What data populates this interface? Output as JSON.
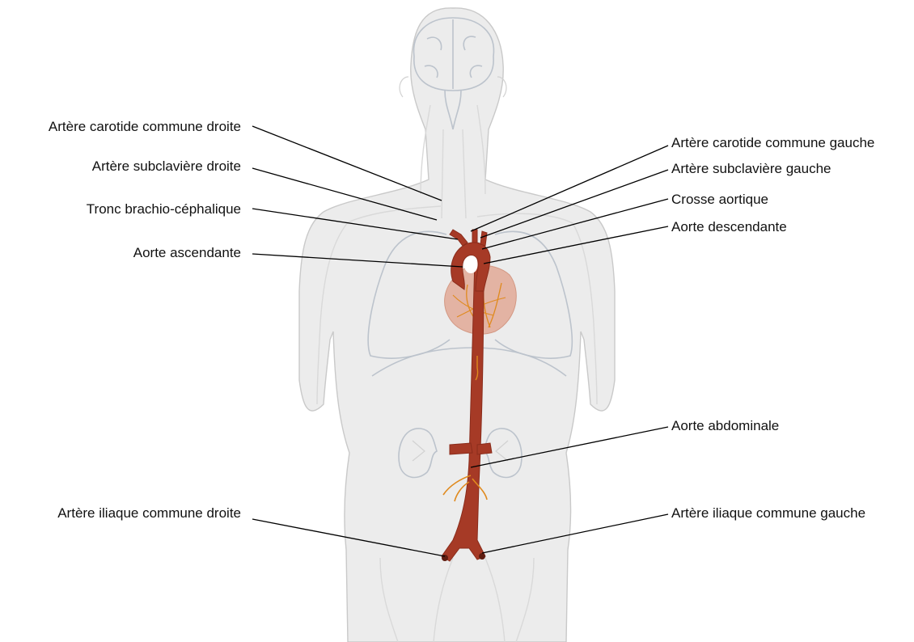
{
  "labels": {
    "carotide_droite": "Artère carotide commune droite",
    "subclaviere_droite": "Artère subclavière droite",
    "tronc_brachio": "Tronc brachio-céphalique",
    "aorte_ascendante": "Aorte ascendante",
    "carotide_gauche": "Artère carotide commune gauche",
    "subclaviere_gauche": "Artère subclavière gauche",
    "crosse_aortique": "Crosse aortique",
    "aorte_descendante": "Aorte descendante",
    "aorte_abdominale": "Aorte abdominale",
    "iliaque_droite": "Artère iliaque commune droite",
    "iliaque_gauche": "Artère iliaque commune gauche"
  },
  "colors": {
    "aorta": "#a63a26",
    "aorta_dark": "#8a2c1b",
    "heart": "#e3b3a3",
    "heart_vessels": "#e08a1e",
    "body": "#ececec",
    "organ_outline": "#bcc3cc"
  }
}
